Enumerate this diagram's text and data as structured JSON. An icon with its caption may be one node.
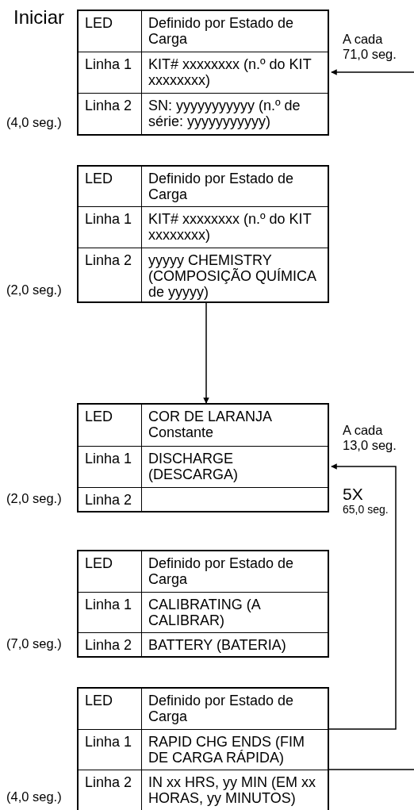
{
  "diagram": {
    "nodes": [
      {
        "text": [
          "LED",
          "Definido por Estado de Carga",
          "Linha 1",
          "KIT# xxxxxxxx (n.º do KIT xxxxxxxx)",
          "Linha 2",
          "SN: yyyyyyyyyyy (n.º de série: yyyyyyyyyyy)"
        ],
        "beside": [
          "Iniciar",
          "(4,0 seg.)"
        ]
      },
      {
        "text": [
          "LED",
          "Definido por Estado de Carga",
          "Linha 1",
          "KIT# xxxxxxxx (n.º do KIT xxxxxxxx)",
          "Linha 2",
          "yyyyy CHEMISTRY (COMPOSIÇÃO QUÍMICA de yyyyy)"
        ],
        "beside": [
          "(2,0 seg.)"
        ]
      },
      {
        "text": [
          "LED",
          "COR DE LARANJA Constante",
          "Linha 1",
          "DISCHARGE (DESCARGA)",
          "Linha 2"
        ],
        "beside": [
          "(2,0 seg.)"
        ]
      },
      {
        "text": [
          "LED",
          "Definido por Estado de Carga",
          "Linha 1",
          "CALIBRATING (A CALIBRAR)",
          "Linha 2",
          "BATTERY (BATERIA)"
        ],
        "beside": [
          "(7,0 seg.)"
        ]
      },
      {
        "text": [
          "LED",
          "Definido por Estado de Carga",
          "Linha 1",
          "RAPID CHG ENDS (FIM DE CARGA RÁPIDA)",
          "Linha 2",
          "IN xx HRS, yy MIN (EM xx HORAS, yy MINUTOS)"
        ],
        "beside": [
          "(4,0 seg.)"
        ]
      }
    ],
    "edges": [
      {
        "from": null,
        "to": 0,
        "arrow": "to",
        "label": "A cada 71,0 seg."
      },
      {
        "from": 1,
        "to": 2,
        "arrow": "to"
      },
      {
        "from": 4,
        "to": 2,
        "arrow": "to",
        "label": "A cada 13,0 seg."
      },
      {
        "from": 4,
        "to": null,
        "arrow": "none"
      }
    ],
    "labels": [
      "5X",
      "65,0 seg."
    ]
  }
}
